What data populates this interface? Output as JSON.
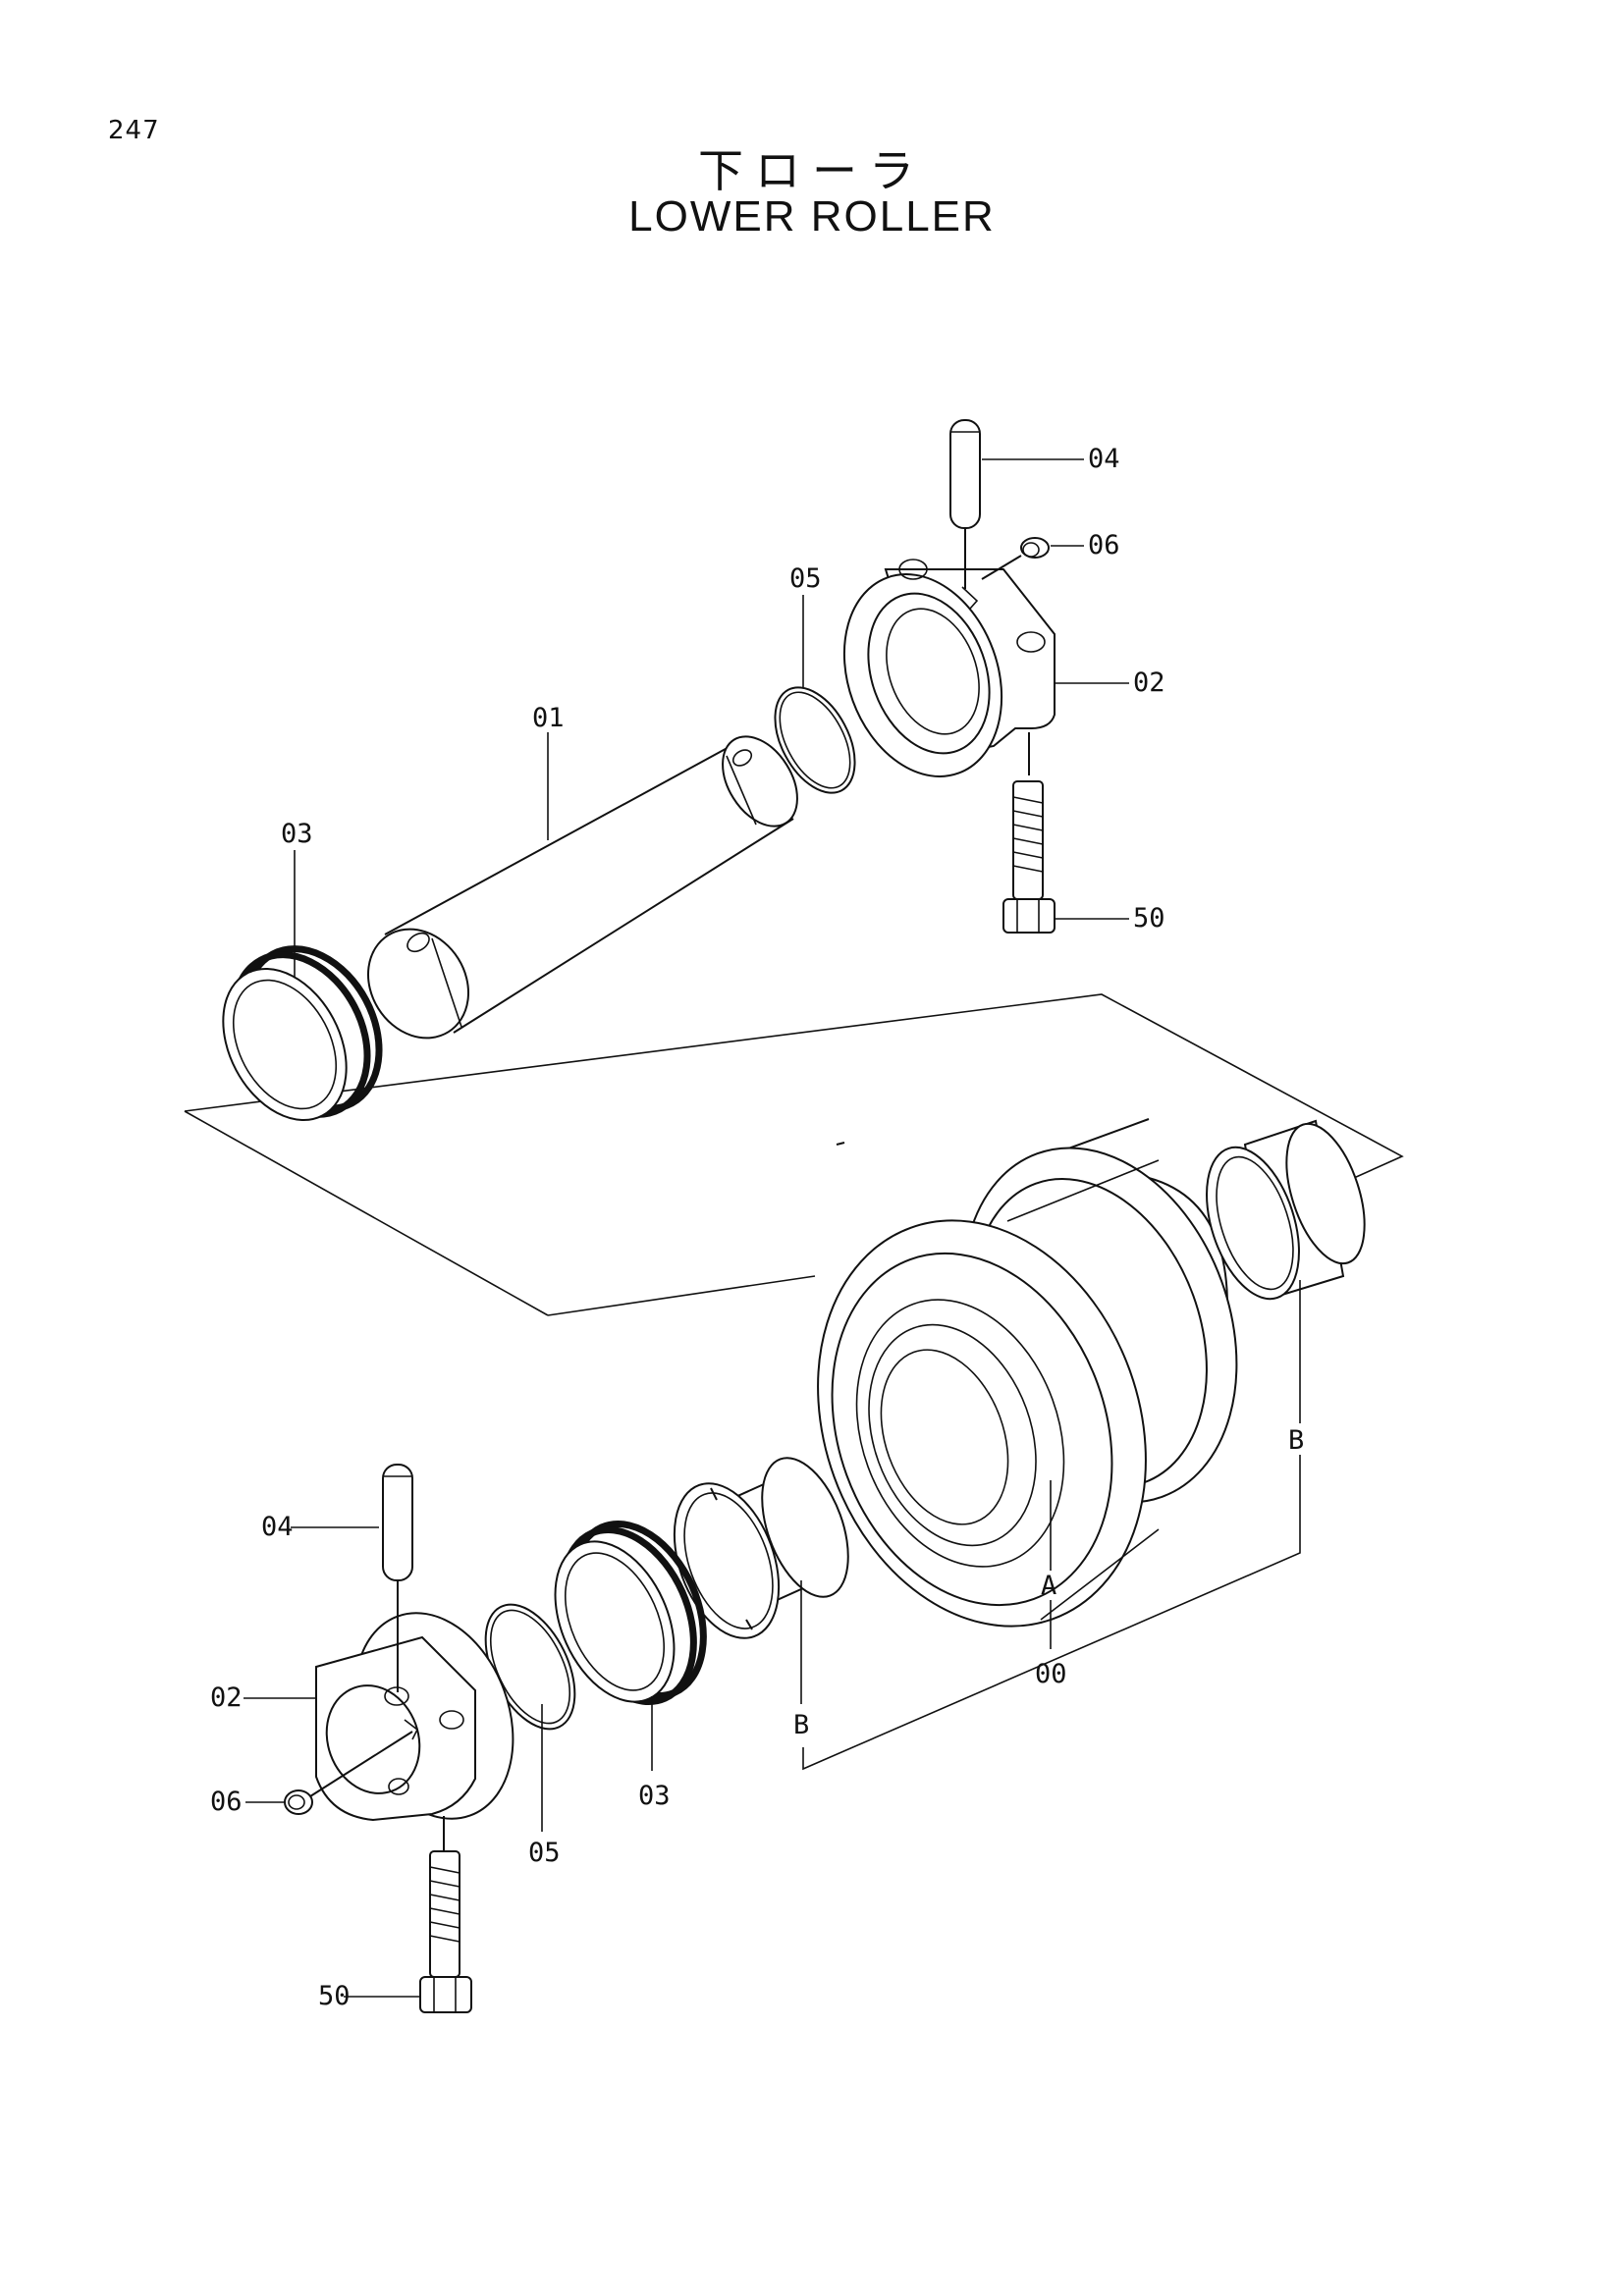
{
  "page": {
    "number": "247"
  },
  "title": {
    "japanese": "下ローラ",
    "english": "LOWER ROLLER"
  },
  "callouts": {
    "c04_top": "04",
    "c06_top": "06",
    "c05_top": "05",
    "c02_top": "02",
    "c01": "01",
    "c03_top": "03",
    "c50_top": "50",
    "cB_right": "B",
    "c04_bottom": "04",
    "c02_bottom": "02",
    "c06_bottom": "06",
    "c05_bottom": "05",
    "c03_bottom": "03",
    "cB_left": "B",
    "cA": "A",
    "c00": "00",
    "c50_bottom": "50"
  }
}
